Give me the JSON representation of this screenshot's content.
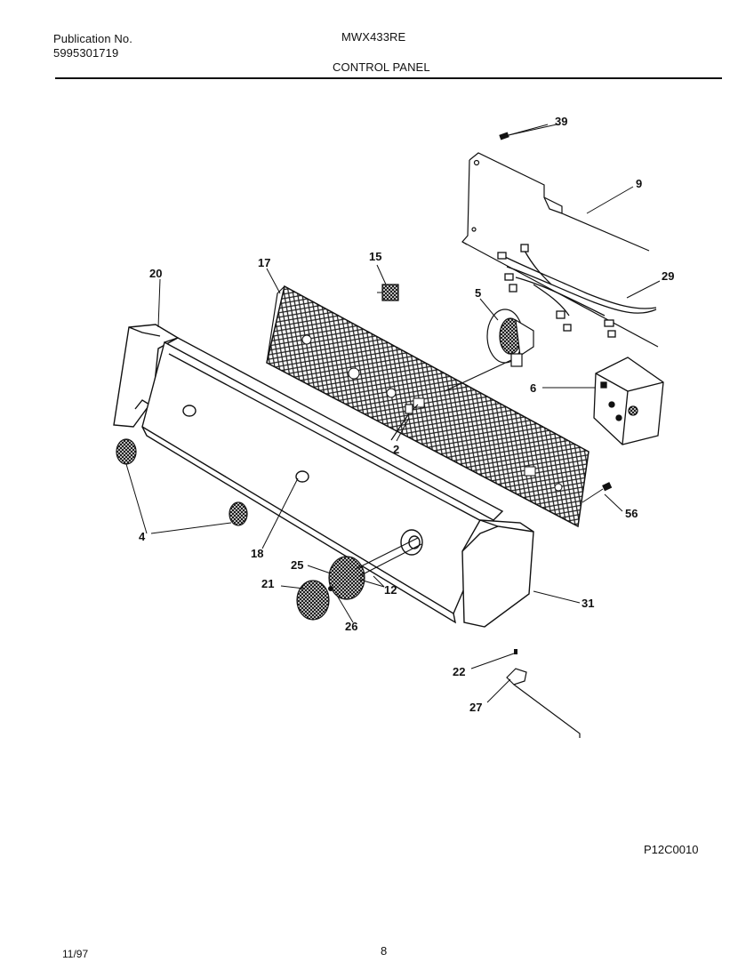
{
  "header": {
    "publication_label": "Publication No.",
    "publication_number": "5995301719",
    "model": "MWX433RE",
    "section_title": "CONTROL PANEL"
  },
  "diagram": {
    "code": "P12C0010",
    "callouts": {
      "c39": "39",
      "c9": "9",
      "c29": "29",
      "c5": "5",
      "c15": "15",
      "c17": "17",
      "c20": "20",
      "c6": "6",
      "c2": "2",
      "c56": "56",
      "c4": "4",
      "c18": "18",
      "c25": "25",
      "c21": "21",
      "c12": "12",
      "c26": "26",
      "c31": "31",
      "c22": "22",
      "c27": "27"
    }
  },
  "footer": {
    "date": "11/97",
    "page": "8"
  }
}
